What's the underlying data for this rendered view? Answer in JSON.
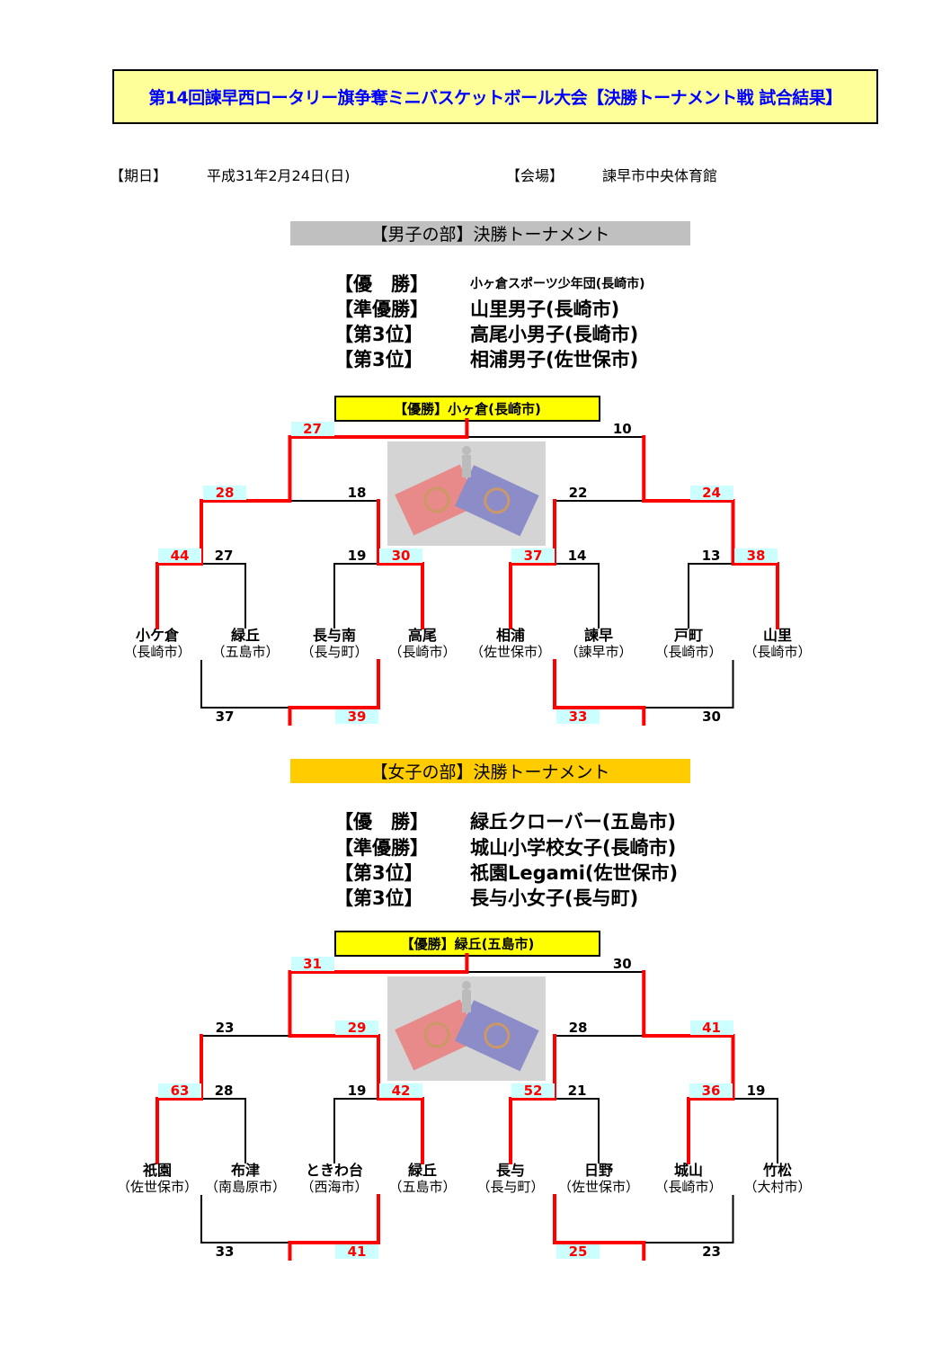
{
  "title": "第14回諫早西ロータリー旗争奪ミニバスケットボール大会【決勝トーナメント戦 試合結果】",
  "date_label": "【期日】",
  "date": "平成31年2月24日(日)",
  "venue_label": "【会場】",
  "venue": "諫早市中央体育館",
  "colors": {
    "winner_line": "#ff0000",
    "loser_line": "#000000",
    "winner_score_bg": "#ccffff",
    "title_text": "#0000ff",
    "title_bg": "#ffff99",
    "banner_bg": "#ffff00",
    "male_heading_bg": "#c0c0c0",
    "female_heading_bg": "#ffcc00"
  },
  "divisions": [
    {
      "heading": "【男子の部】決勝トーナメント",
      "results": [
        {
          "label": "【優　勝】",
          "value": "小ヶ倉スポーツ少年団(長崎市)"
        },
        {
          "label": "【準優勝】",
          "value": "山里男子(長崎市)"
        },
        {
          "label": "【第3位】",
          "value": "高尾小男子(長崎市)"
        },
        {
          "label": "【第3位】",
          "value": "相浦男子(佐世保市)"
        }
      ],
      "champion_banner": "【優勝】小ヶ倉(長崎市)",
      "teams": [
        {
          "name": "小ケ倉",
          "city": "（長崎市）"
        },
        {
          "name": "緑丘",
          "city": "（五島市）"
        },
        {
          "name": "長与南",
          "city": "（長与町）"
        },
        {
          "name": "高尾",
          "city": "（長崎市）"
        },
        {
          "name": "相浦",
          "city": "（佐世保市）"
        },
        {
          "name": "諫早",
          "city": "（諫早市）"
        },
        {
          "name": "戸町",
          "city": "（長崎市）"
        },
        {
          "name": "山里",
          "city": "（長崎市）"
        }
      ],
      "round1": [
        [
          44,
          27
        ],
        [
          19,
          30
        ],
        [
          37,
          14
        ],
        [
          13,
          38
        ]
      ],
      "round2": [
        [
          28,
          18
        ],
        [
          22,
          24
        ]
      ],
      "final": [
        27,
        10
      ],
      "bottom": [
        [
          37,
          39
        ],
        [
          33,
          30
        ]
      ]
    },
    {
      "heading": "【女子の部】決勝トーナメント",
      "results": [
        {
          "label": "【優　勝】",
          "value": "緑丘クローバー(五島市)"
        },
        {
          "label": "【準優勝】",
          "value": "城山小学校女子(長崎市)"
        },
        {
          "label": "【第3位】",
          "value": "祇園Legami(佐世保市)"
        },
        {
          "label": "【第3位】",
          "value": "長与小女子(長与町)"
        }
      ],
      "champion_banner": "【優勝】緑丘(五島市)",
      "teams": [
        {
          "name": "祇園",
          "city": "（佐世保市）"
        },
        {
          "name": "布津",
          "city": "（南島原市）"
        },
        {
          "name": "ときわ台",
          "city": "（西海市）"
        },
        {
          "name": "緑丘",
          "city": "（五島市）"
        },
        {
          "name": "長与",
          "city": "（長与町）"
        },
        {
          "name": "日野",
          "city": "（佐世保市）"
        },
        {
          "name": "城山",
          "city": "（長崎市）"
        },
        {
          "name": "竹松",
          "city": "（大村市）"
        }
      ],
      "round1": [
        [
          63,
          28
        ],
        [
          19,
          42
        ],
        [
          52,
          21
        ],
        [
          36,
          19
        ]
      ],
      "round2": [
        [
          23,
          29
        ],
        [
          28,
          41
        ]
      ],
      "final": [
        31,
        30
      ],
      "bottom": [
        [
          33,
          41
        ],
        [
          25,
          23
        ]
      ]
    }
  ]
}
